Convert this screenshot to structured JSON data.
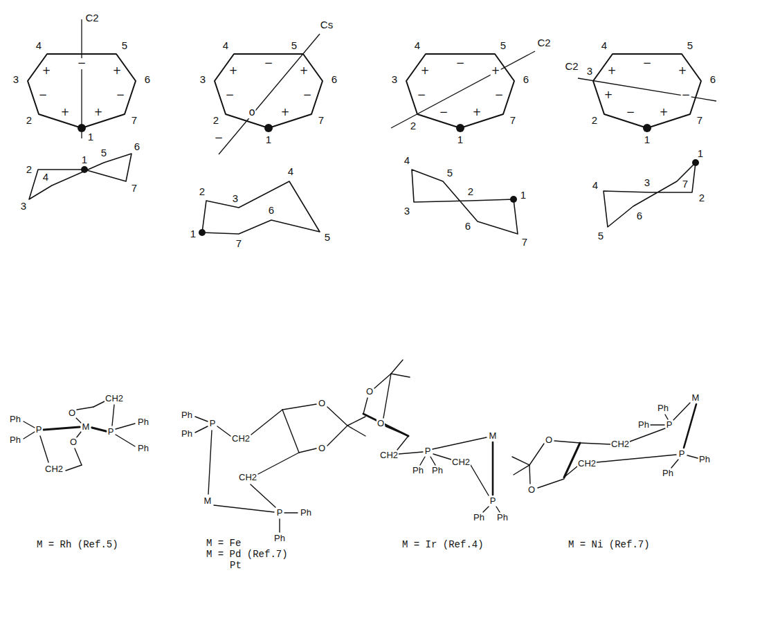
{
  "diagram": {
    "labels": [
      "C2",
      "1",
      "2",
      "3",
      "4",
      "5",
      "6",
      "7",
      "+",
      "−",
      "+",
      "−",
      "+",
      "−",
      "+",
      "Cs",
      "1",
      "2",
      "3",
      "4",
      "5",
      "6",
      "7",
      "o",
      "−",
      "+",
      "−",
      "+",
      "−",
      "+",
      "−",
      "C2",
      "1",
      "2",
      "3",
      "4",
      "5",
      "6",
      "7",
      "−",
      "−",
      "+",
      "−",
      "+",
      "−",
      "+",
      "C2",
      "1",
      "2",
      "3",
      "4",
      "5",
      "6",
      "7",
      "−",
      "+",
      "+",
      "−",
      "+",
      "−",
      "+",
      "1",
      "2",
      "3",
      "4",
      "5",
      "6",
      "7",
      "1",
      "2",
      "3",
      "4",
      "5",
      "6",
      "7",
      "1",
      "2",
      "3",
      "4",
      "5",
      "6",
      "7",
      "1",
      "2",
      "3",
      "4",
      "5",
      "6",
      "7",
      "Ph",
      "Ph",
      "P",
      "O",
      "M",
      "O",
      "CH2",
      "P",
      "Ph",
      "Ph",
      "CH2",
      "Ph",
      "P",
      "Ph",
      "CH2",
      "O",
      "O",
      "CH2",
      "M",
      "P",
      "Ph",
      "Ph",
      "O",
      "O",
      "CH2",
      "P",
      "Ph",
      "Ph",
      "CH2",
      "M",
      "P",
      "Ph",
      "Ph",
      "M",
      "Ph",
      "Ph",
      "P",
      "O",
      "CH2",
      "CH2",
      "P",
      "Ph",
      "Ph",
      "O",
      "M = Rh (Ref.5)",
      "M = Fe",
      "M = Pd (Ref.7)",
      "Pt",
      "M = Ir (Ref.4)",
      "M = Ni (Ref.7)"
    ]
  }
}
